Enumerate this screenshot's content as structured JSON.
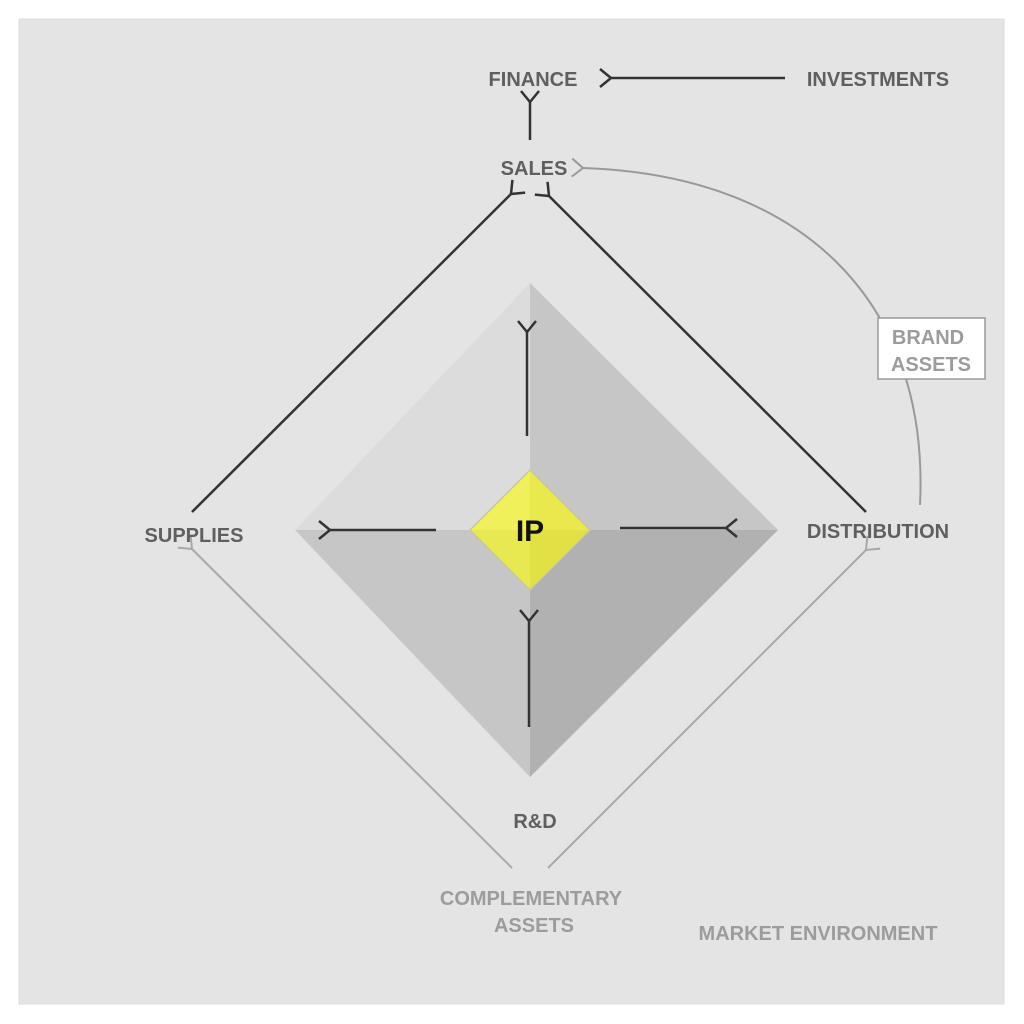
{
  "nodes": {
    "finance": "FINANCE",
    "investments": "INVESTMENTS",
    "sales": "SALES",
    "supplies": "SUPPLIES",
    "distribution": "DISTRIBUTION",
    "rnd": "R&D",
    "ip": "IP",
    "brand_assets": [
      "BRAND",
      "ASSETS"
    ],
    "complementary_assets": [
      "COMPLEMENTARY",
      "ASSETS"
    ],
    "market_environment": "MARKET ENVIRONMENT"
  },
  "colors": {
    "panel": "#e4e4e4",
    "ip_fill": "#ecec50",
    "dark_arrow": "#333333",
    "light_arrow": "#a8a8a8"
  }
}
